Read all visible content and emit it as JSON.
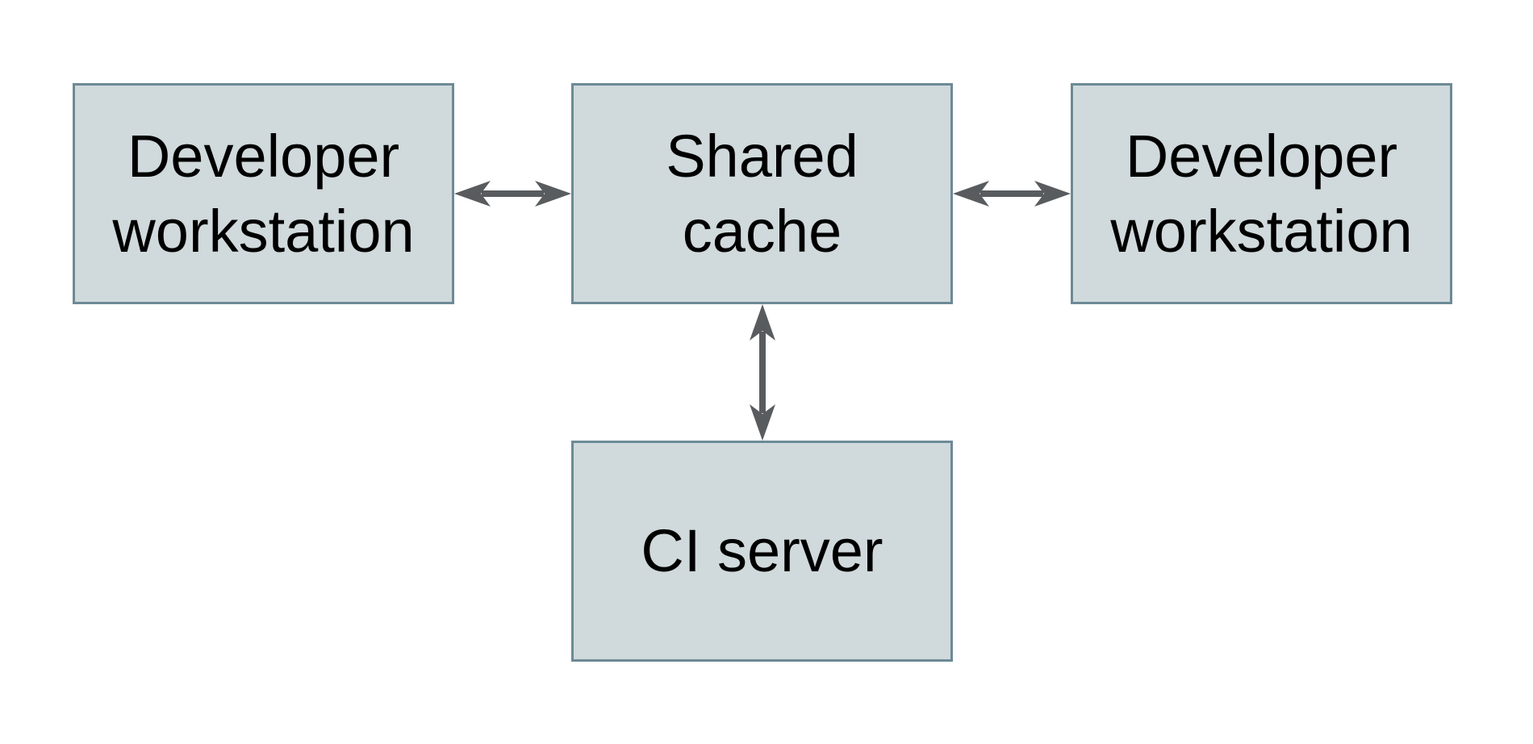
{
  "diagram": {
    "type": "architecture-diagram",
    "nodes": [
      {
        "id": "developer-workstation-left",
        "label": "Developer workstation"
      },
      {
        "id": "shared-cache",
        "label": "Shared cache"
      },
      {
        "id": "developer-workstation-right",
        "label": "Developer workstation"
      },
      {
        "id": "ci-server",
        "label": "CI server"
      }
    ],
    "edges": [
      {
        "from": "developer-workstation-left",
        "to": "shared-cache",
        "style": "bidirectional-arrow"
      },
      {
        "from": "shared-cache",
        "to": "developer-workstation-right",
        "style": "bidirectional-arrow"
      },
      {
        "from": "shared-cache",
        "to": "ci-server",
        "style": "bidirectional-arrow"
      }
    ],
    "colors": {
      "canvas_bg": "#ffffff",
      "node_fill": "#d0d9db",
      "node_border": "#6d8a97",
      "arrow": "#595c5e",
      "text": "#000000"
    }
  }
}
